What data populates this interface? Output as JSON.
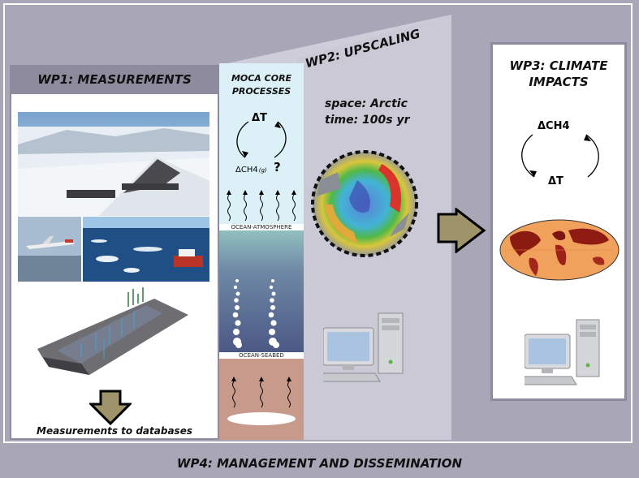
{
  "wp1": {
    "title": "WP1: MEASUREMENTS",
    "caption": "Measurements to databases"
  },
  "core": {
    "title_line1": "MOCA CORE",
    "title_line2": "PROCESSES",
    "delta_t": "ΔT",
    "delta_ch4": "ΔCH4",
    "delta_ch4_sub": "(g)",
    "question": "?",
    "label_ocean_atmosphere": "OCEAN-ATMOSPHERE",
    "label_ocean_seabed": "OCEAN-SEABED"
  },
  "wp2": {
    "title": "WP2: UPSCALING",
    "space_line": "space:  Arctic",
    "time_line": "time:  100s yr"
  },
  "wp3": {
    "title_line1": "WP3: CLIMATE",
    "title_line2": "IMPACTS",
    "delta_ch4": "ΔCH4",
    "delta_t": "ΔT"
  },
  "wp4": {
    "title": "WP4: MANAGEMENT AND DISSEMINATION"
  },
  "icons": [
    "computer-icon",
    "arrow-right-icon",
    "arrow-down-icon",
    "world-map-icon",
    "arctic-map-icon"
  ],
  "colors": {
    "background": "#a9a7b7",
    "panel_header": "#8e8b9f",
    "sky": "#dbf1f7",
    "ocean_top": "#96c6c2",
    "ocean_deep": "#4e5a86",
    "seabed": "#c79a8c",
    "arrow_fill": "#9f9369"
  }
}
